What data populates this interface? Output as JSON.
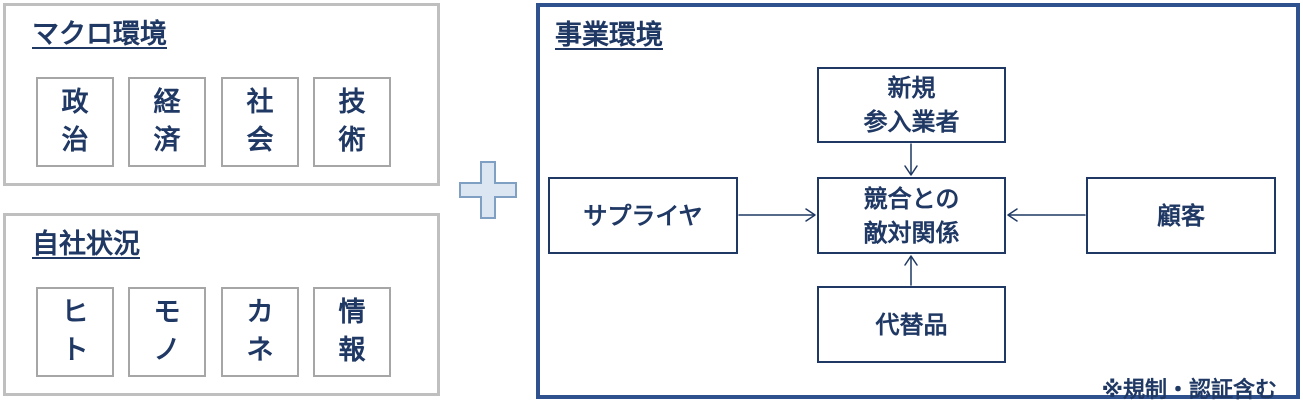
{
  "macro": {
    "title": "マクロ環境",
    "items": [
      {
        "line1": "政",
        "line2": "治"
      },
      {
        "line1": "経",
        "line2": "済"
      },
      {
        "line1": "社",
        "line2": "会"
      },
      {
        "line1": "技",
        "line2": "術"
      }
    ]
  },
  "company": {
    "title": "自社状況",
    "items": [
      {
        "line1": "ヒ",
        "line2": "ト"
      },
      {
        "line1": "モ",
        "line2": "ノ"
      },
      {
        "line1": "カ",
        "line2": "ネ"
      },
      {
        "line1": "情",
        "line2": "報"
      }
    ]
  },
  "business": {
    "title": "事業環境",
    "new_entrants": {
      "line1": "新規",
      "line2": "参入業者"
    },
    "rivalry": {
      "line1": "競合との",
      "line2": "敵対関係"
    },
    "suppliers": "サプライヤ",
    "customers": "顧客",
    "substitutes": "代替品",
    "note": "※規制・認証含む"
  },
  "colors": {
    "text": "#1f3864",
    "business_border": "#2f528f",
    "panel_border": "#bfbfbf",
    "cell_border": "#a6a6a6",
    "plus_fill": "#dce6f2"
  }
}
